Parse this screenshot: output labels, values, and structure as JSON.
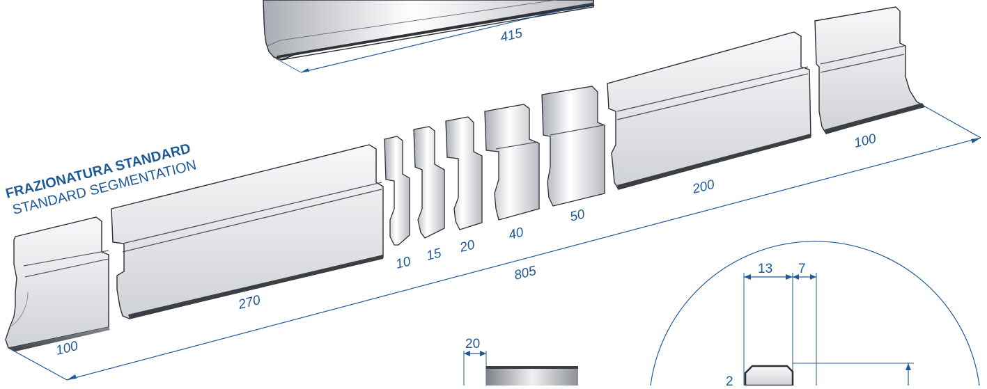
{
  "title": {
    "line1": "FRAZIONATURA STANDARD",
    "line2": "STANDARD SEGMENTATION"
  },
  "segments": [
    {
      "label": "415"
    },
    {
      "label": "100"
    },
    {
      "label": "270"
    },
    {
      "label": "10"
    },
    {
      "label": "15"
    },
    {
      "label": "20"
    },
    {
      "label": "40"
    },
    {
      "label": "50"
    },
    {
      "label": "200"
    },
    {
      "label": "100"
    }
  ],
  "totals": {
    "row": "805"
  },
  "detail_dimensions": {
    "a": "13",
    "b": "7",
    "c": "2"
  },
  "bottom_dimension": "20",
  "colors": {
    "dimension": "#1f5a96",
    "title": "#1f5a96",
    "steel_light": "#f4f5f7",
    "steel_mid": "#c9ccd1",
    "steel_dark": "#3a3d42"
  }
}
